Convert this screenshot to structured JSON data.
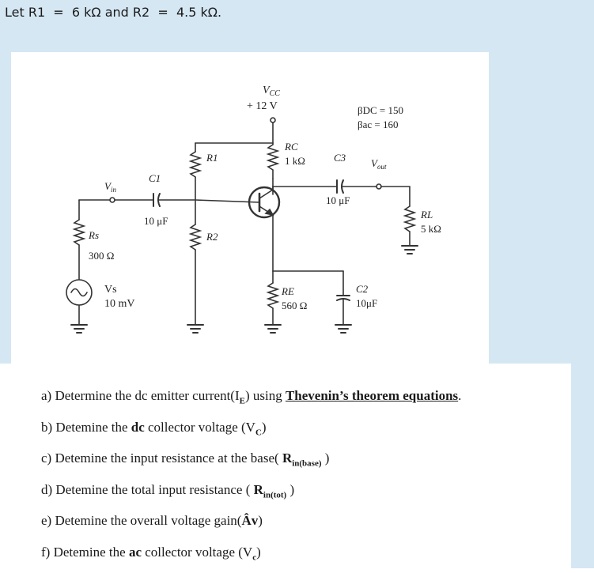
{
  "header": {
    "text": "Let R1  =  6 kΩ and R2  =  4.5 kΩ."
  },
  "circuit": {
    "vcc_label": "V",
    "vcc_sub": "CC",
    "vcc_value": "+ 12  V",
    "beta_dc": "βDC = 150",
    "beta_ac": "βac = 160",
    "rc_name": "RC",
    "rc_value": "1 kΩ",
    "r1_name": "R1",
    "r2_name": "R2",
    "c1_name": "C1",
    "c1_value": "10 μF",
    "c3_name": "C3",
    "c3_value": "10 μF",
    "c2_name": "C2",
    "c2_value": "10μF",
    "vin_label": "V",
    "vin_sub": "in",
    "vout_label": "V",
    "vout_sub": "out",
    "rl_name": "RL",
    "rl_value": "5  kΩ",
    "rs_name": "Rs",
    "rs_value": "300  Ω",
    "vs_name": "Vs",
    "vs_value": "10 mV",
    "re_name": "RE",
    "re_value": "560  Ω"
  },
  "questions": {
    "a_pre": "a) Determine the dc emitter current(I",
    "a_sub": "E",
    "a_mid": ") using ",
    "a_link": "Thevenin’s theorem equations",
    "a_end": ".",
    "b_pre": "b) Detemine the ",
    "b_bold": "dc",
    "b_post": " collector voltage (V",
    "b_sub": "C",
    "b_end": ")",
    "c_pre": "c) Detemine the input resistance at the base( ",
    "c_bold": "R",
    "c_sub": "in(base)",
    "c_end": " )",
    "d_pre": "d) Detemine the total input resistance ( ",
    "d_bold": "R",
    "d_sub": "in(tot)",
    "d_end": " )",
    "e_pre": "e) Detemine the overall voltage gain(",
    "e_bold": "Âv",
    "e_end": ")",
    "f_pre": "f) Detemine the ",
    "f_bold": "ac",
    "f_post": " collector voltage (V",
    "f_sub": "c",
    "f_end": ")"
  }
}
